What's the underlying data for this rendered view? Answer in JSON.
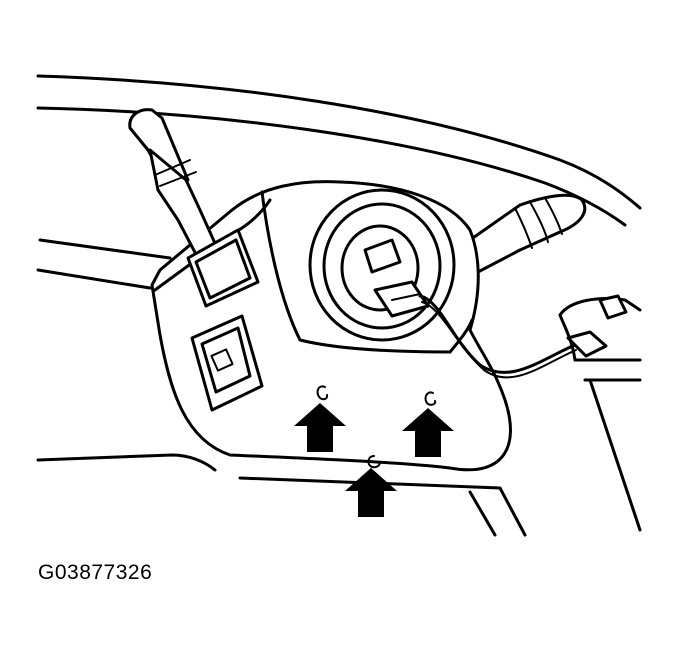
{
  "figure": {
    "id_label": "G03877326"
  },
  "arrows": [
    {
      "name": "arrow-left-clip"
    },
    {
      "name": "arrow-right-clip"
    },
    {
      "name": "arrow-bottom-clip"
    }
  ]
}
